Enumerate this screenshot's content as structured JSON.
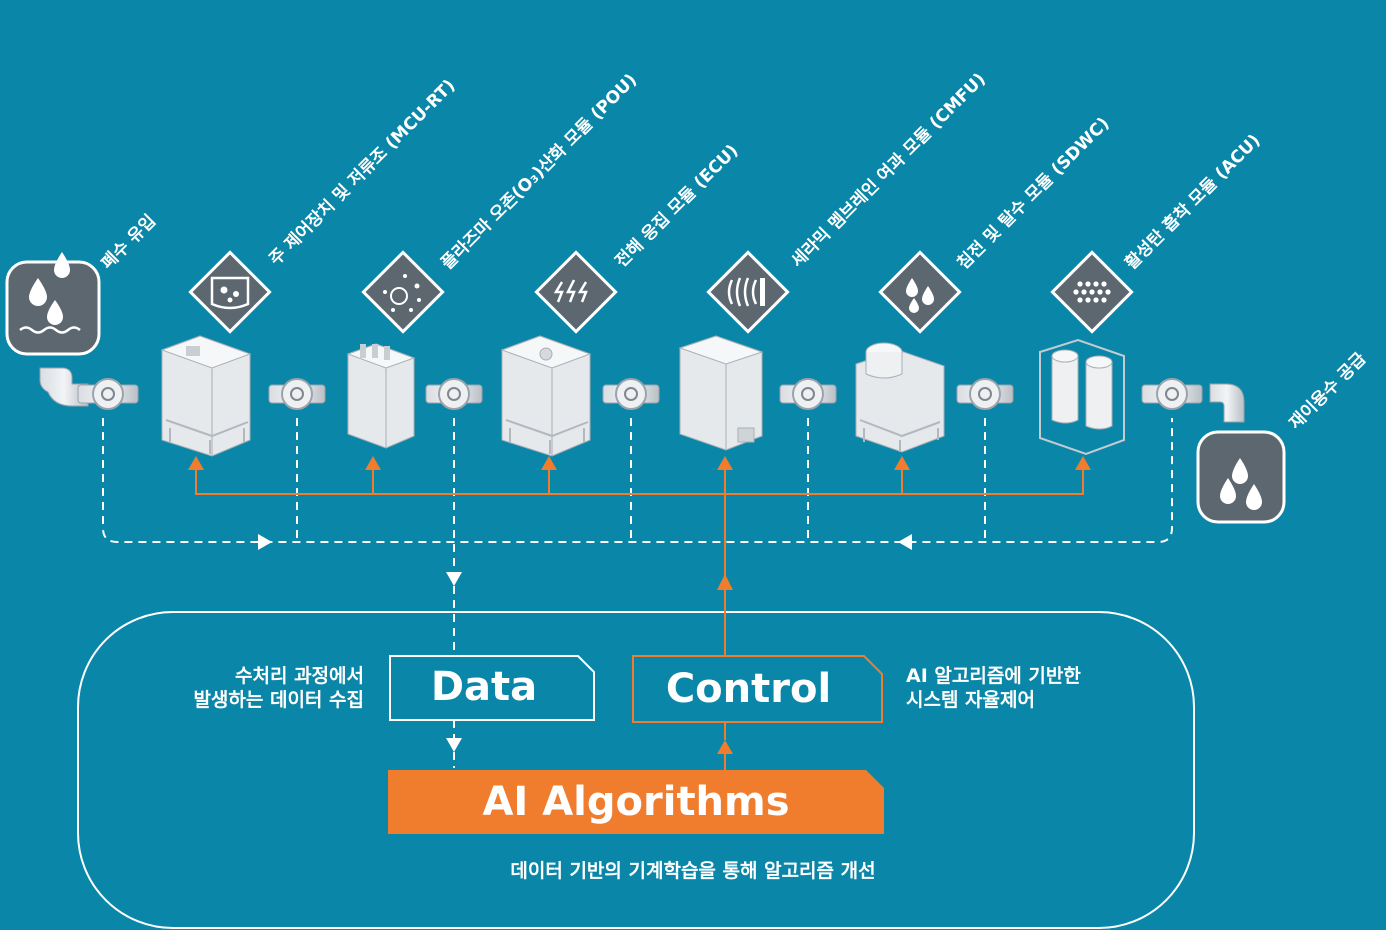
{
  "colors": {
    "background": "#0a87a8",
    "accent": "#f07c2e",
    "icon_fill": "#5d6770",
    "line": "#ffffff"
  },
  "stages": [
    {
      "label": "폐수 유입",
      "icon": "wastewater-drops-icon"
    },
    {
      "label": "주 제어장치 및 저류조 (MCU-RT)",
      "icon": "tank-bubbles-icon"
    },
    {
      "label": "플라즈마 오존(O₃)산화 모듈 (POU)",
      "icon": "ozone-icon"
    },
    {
      "label": "전해 응집 모듈 (ECU)",
      "icon": "lightning-icon"
    },
    {
      "label": "세라믹 멤브레인 여과 모듈 (CMFU)",
      "icon": "membrane-waves-icon"
    },
    {
      "label": "침전 및 탈수 모듈 (SDWC)",
      "icon": "drops-icon"
    },
    {
      "label": "활성탄 흡착 모듈 (ACU)",
      "icon": "carbon-dots-icon"
    },
    {
      "label": "재이용수 공급",
      "icon": "reuse-water-drops-icon"
    }
  ],
  "data_box": {
    "label": "Data"
  },
  "control_box": {
    "label": "Control"
  },
  "ai_box": {
    "label": "AI Algorithms"
  },
  "left_caption": {
    "line1": "수처리 과정에서",
    "line2": "발생하는 데이터 수집"
  },
  "right_caption": {
    "line1": "AI 알고리즘에 기반한",
    "line2": "시스템 자율제어"
  },
  "bottom_caption": "데이터 기반의 기계학습을 통해 알고리즘 개선"
}
